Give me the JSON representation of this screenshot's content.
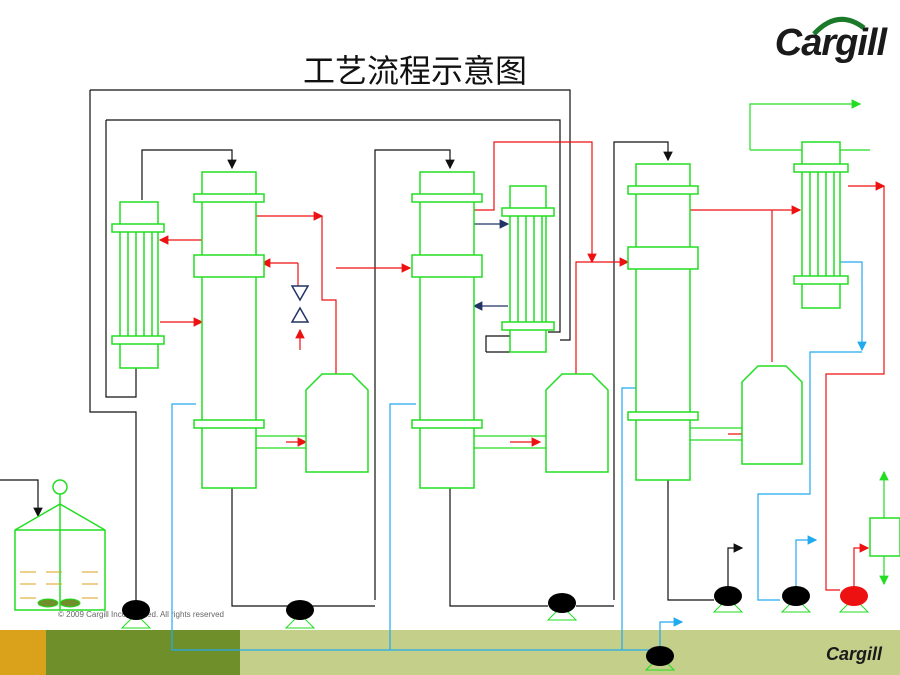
{
  "slide": {
    "title": "工艺流程示意图",
    "copyright": "© 2009 Cargill Incorporated. All rights reserved",
    "logo_top": "Cargill",
    "logo_bottom": "Cargill"
  },
  "colors": {
    "equipment": "#22dd22",
    "steam": "#ee1111",
    "process": "#111111",
    "cooling_water": "#22aaee",
    "band_dark": "#d9a21a",
    "band_mid": "#6e8f2a",
    "band_light": "#c4cf8a"
  }
}
